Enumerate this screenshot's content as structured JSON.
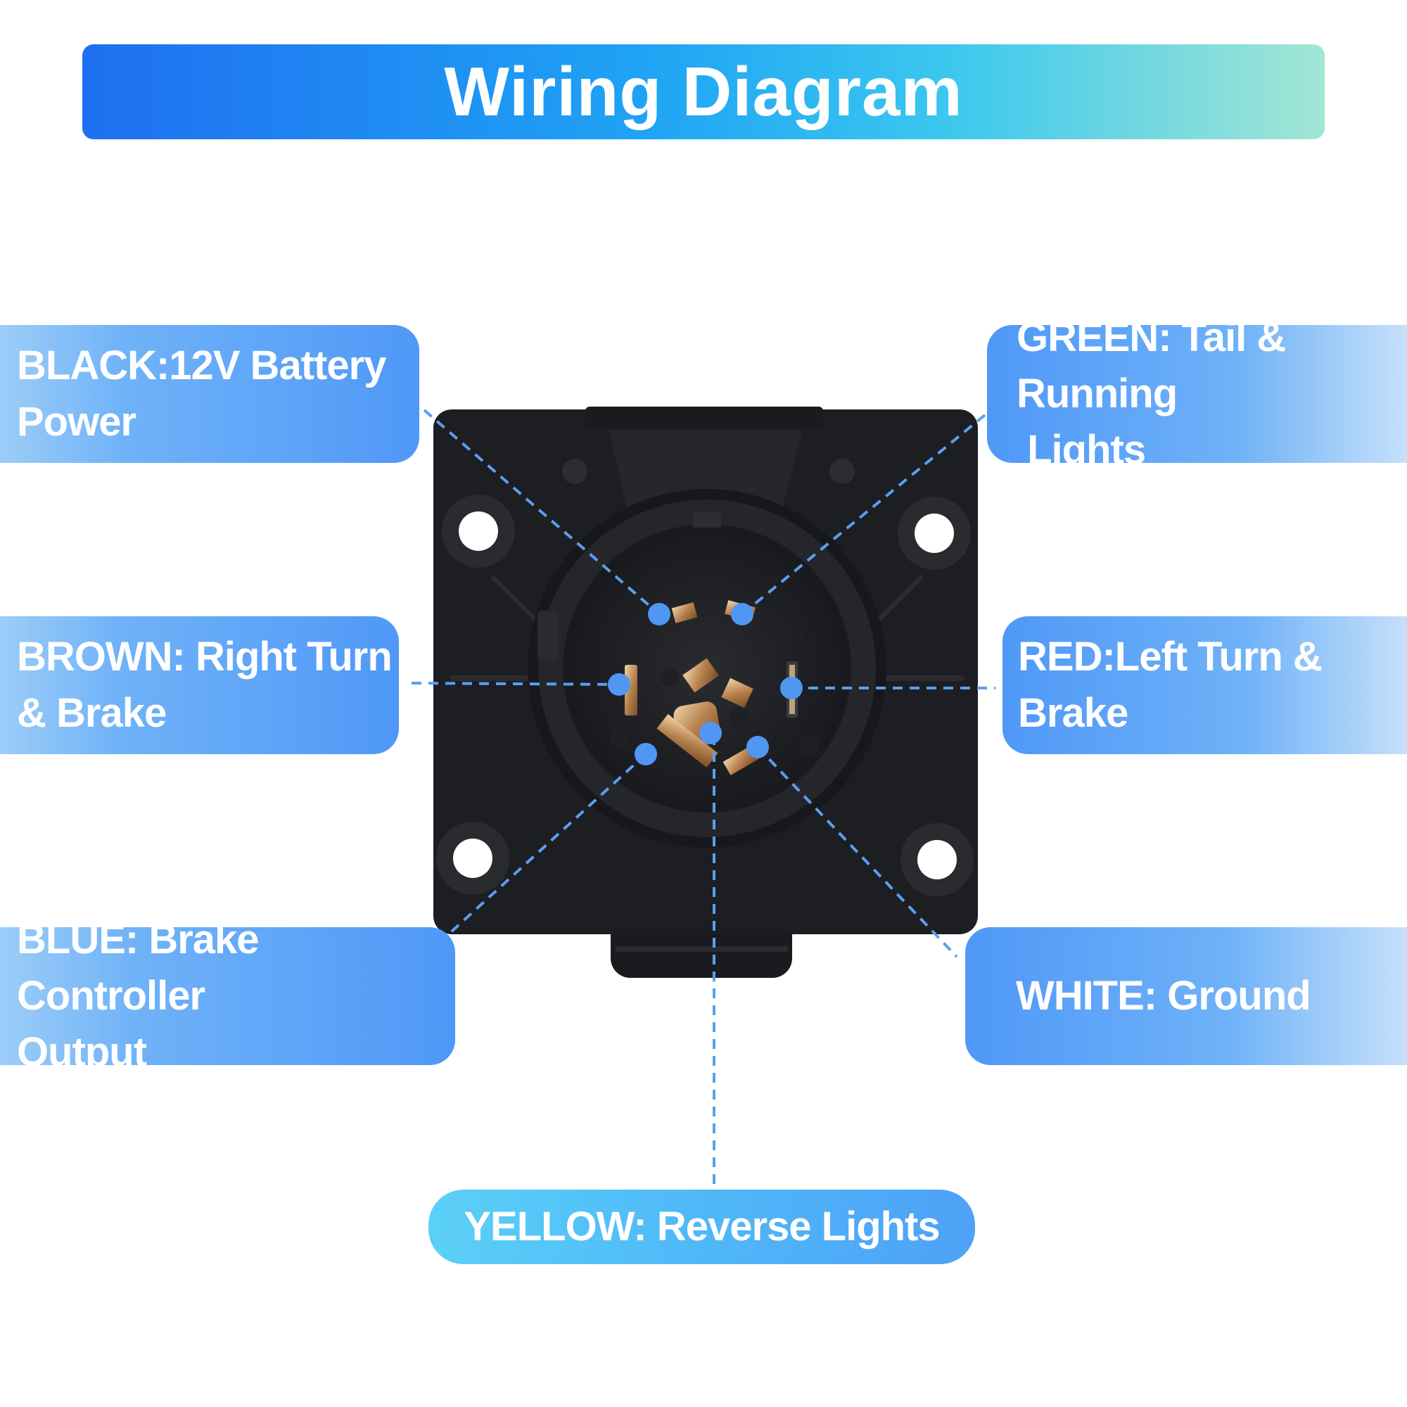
{
  "title": "Wiring Diagram",
  "labels": {
    "black": [
      "BLACK:12V Battery",
      "Power"
    ],
    "green": [
      "GREEN: Tail & Running",
      " Lights"
    ],
    "brown": [
      "BROWN: Right Turn",
      "& Brake"
    ],
    "red": [
      "RED:Left Turn & Brake"
    ],
    "blue": [
      "BLUE: Brake Controller",
      "Output"
    ],
    "white": [
      "WHITE: Ground"
    ],
    "yellow": [
      "YELLOW: Reverse Lights"
    ]
  },
  "colors": {
    "title_gradient": [
      "#1f6ff0",
      "#1fa3f5",
      "#3cc8ee",
      "#a3e6d4"
    ],
    "label_blue": "#4f98f7",
    "leader_line": "#5a9ff0",
    "pin_dot": "#4f97f2",
    "connector_body": "#1c1d20",
    "pin_metal": "#c89a6a"
  }
}
